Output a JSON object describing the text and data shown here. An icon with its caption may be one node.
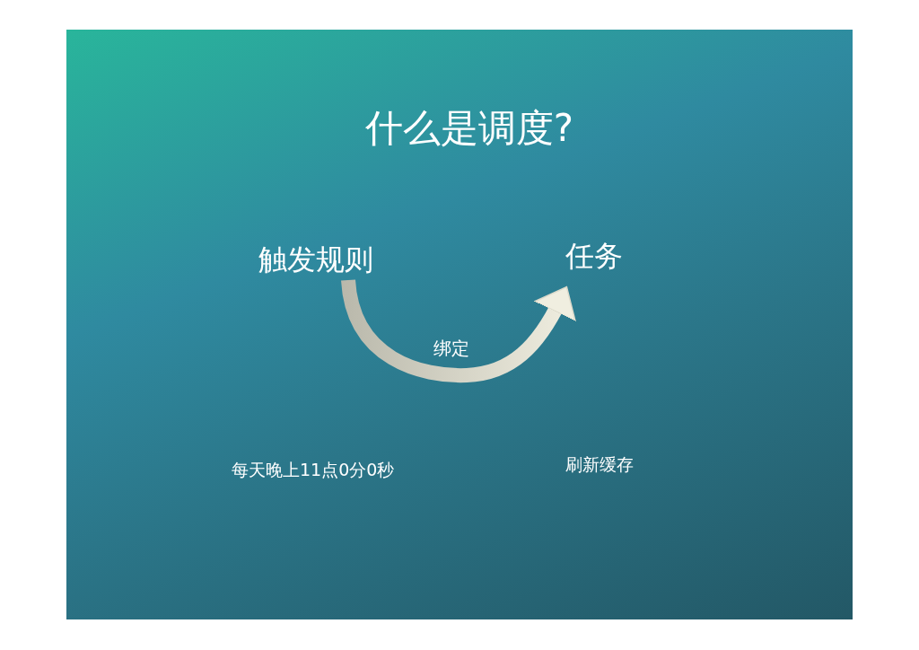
{
  "diagram": {
    "title": "什么是调度?",
    "nodes": [
      {
        "text": [
          "触发规则"
        ]
      },
      {
        "text": [
          "任务"
        ]
      }
    ],
    "edges": [
      {
        "from": 0,
        "to": 1,
        "arrow": "to",
        "label": "绑定"
      }
    ],
    "labels": [
      "每天晚上11点0分0秒",
      "刷新缓存"
    ]
  }
}
